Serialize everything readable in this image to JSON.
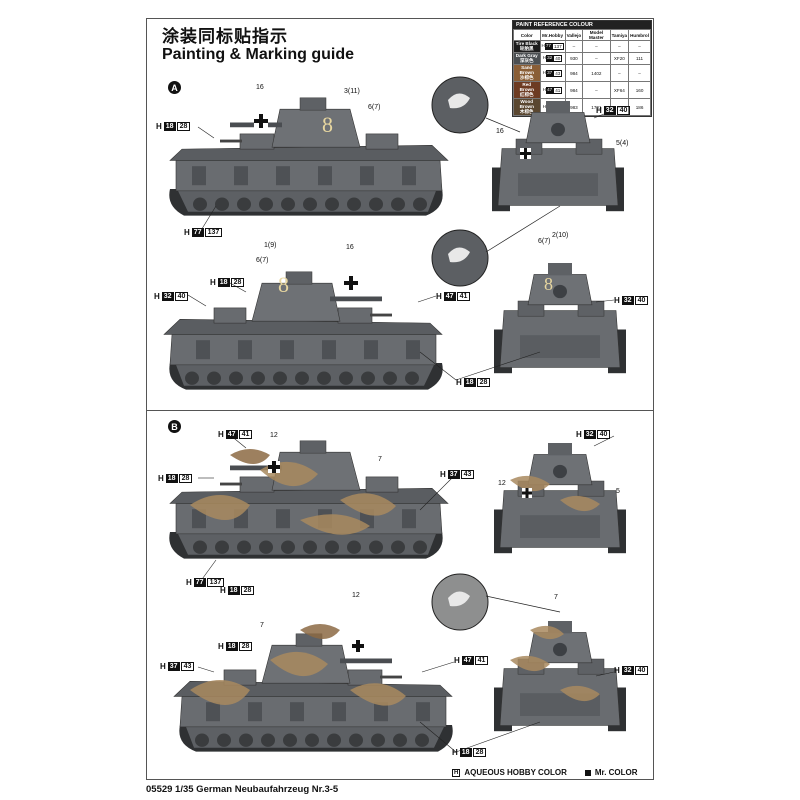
{
  "header": {
    "title_cn": "涂装同标贴指示",
    "title_en": "Painting & Marking guide"
  },
  "sections": {
    "a": "A",
    "b": "B"
  },
  "reference_table": {
    "title": "PAINT REFERENCE COLOUR",
    "columns": [
      "Color",
      "Mr.Hobby",
      "Vallejo",
      "Model Master",
      "Tamiya",
      "Humbrol"
    ],
    "rows": [
      {
        "color": "Tire Black",
        "color_cn": "轮胎黑",
        "mh_h": "H",
        "mh_a": "77",
        "mh_b": "137",
        "vallejo": "–",
        "model_master": "–",
        "tamiya": "–",
        "humbrol": "–",
        "swatch": "#1d1d1d"
      },
      {
        "color": "Dark Gray",
        "color_cn": "深灰色",
        "mh_h": "H",
        "mh_a": "32",
        "mh_b": "40",
        "vallejo": "930",
        "model_master": "–",
        "tamiya": "XF20",
        "humbrol": "111",
        "swatch": "#4b4f52"
      },
      {
        "color": "Sand Brown",
        "color_cn": "沙棕色",
        "mh_h": "H",
        "mh_a": "37",
        "mh_b": "43",
        "vallejo": "984",
        "model_master": "1402",
        "tamiya": "–",
        "humbrol": "–",
        "swatch": "#8a5e36"
      },
      {
        "color": "Red Brown",
        "color_cn": "红棕色",
        "mh_h": "H",
        "mh_a": "47",
        "mh_b": "41",
        "vallejo": "984",
        "model_master": "–",
        "tamiya": "XF64",
        "humbrol": "160",
        "swatch": "#6d3b22"
      },
      {
        "color": "Wood Brown",
        "color_cn": "木棕色",
        "mh_h": "H",
        "mh_a": "18",
        "mh_b": "28",
        "vallejo": "983",
        "model_master": "1701",
        "tamiya": "–",
        "humbrol": "186",
        "swatch": "#5a4730"
      }
    ]
  },
  "callouts": {
    "h18": {
      "h": "H",
      "a": "18",
      "b": "28"
    },
    "h77": {
      "h": "H",
      "a": "77",
      "b": "137"
    },
    "h32": {
      "h": "H",
      "a": "32",
      "b": "40"
    },
    "h47": {
      "h": "H",
      "a": "47",
      "b": "41"
    },
    "h37": {
      "h": "H",
      "a": "37",
      "b": "43"
    }
  },
  "decal_numbers": {
    "n16": "16",
    "n3_11": "3(11)",
    "n6_7": "6(7)",
    "n5_4": "5(4)",
    "n1_9": "1(9)",
    "n2_10": "2(10)",
    "n12": "12",
    "n7": "7",
    "n5": "5"
  },
  "footer": {
    "product": "05529 1/35 German Neubaufahrzeug Nr.3-5",
    "legend_h": "H",
    "legend_h_sub": " ",
    "aqueous": "AQUEOUS HOBBY COLOR",
    "mr_color": "Mr. COLOR"
  },
  "colors": {
    "grey": "#6e7175",
    "dark": "#3e4144",
    "sand": "#a98a5f",
    "brown": "#6b4a2c",
    "lightgrey": "#a6a7aa"
  }
}
